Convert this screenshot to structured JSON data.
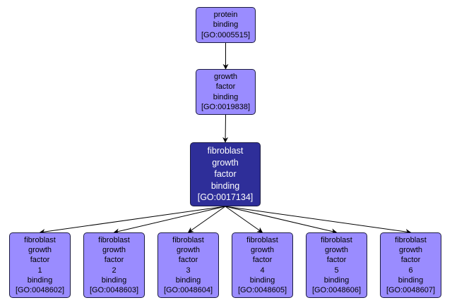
{
  "diagram": {
    "type": "GO term hierarchy",
    "colors": {
      "node_fill": "#9a8cff",
      "focus_fill": "#2e2e99",
      "focus_text": "#ffffff",
      "edge": "#000000"
    },
    "nodes": [
      {
        "id": "GO:0005515",
        "lines": [
          "protein",
          "binding",
          "[GO:0005515]"
        ],
        "focus": false
      },
      {
        "id": "GO:0019838",
        "lines": [
          "growth",
          "factor",
          "binding",
          "[GO:0019838]"
        ],
        "focus": false
      },
      {
        "id": "GO:0017134",
        "lines": [
          "fibroblast",
          "growth",
          "factor",
          "binding",
          "[GO:0017134]"
        ],
        "focus": true
      },
      {
        "id": "GO:0048602",
        "lines": [
          "fibroblast",
          "growth",
          "factor",
          "1",
          "binding",
          "[GO:0048602]"
        ],
        "focus": false
      },
      {
        "id": "GO:0048603",
        "lines": [
          "fibroblast",
          "growth",
          "factor",
          "2",
          "binding",
          "[GO:0048603]"
        ],
        "focus": false
      },
      {
        "id": "GO:0048604",
        "lines": [
          "fibroblast",
          "growth",
          "factor",
          "3",
          "binding",
          "[GO:0048604]"
        ],
        "focus": false
      },
      {
        "id": "GO:0048605",
        "lines": [
          "fibroblast",
          "growth",
          "factor",
          "4",
          "binding",
          "[GO:0048605]"
        ],
        "focus": false
      },
      {
        "id": "GO:0048606",
        "lines": [
          "fibroblast",
          "growth",
          "factor",
          "5",
          "binding",
          "[GO:0048606]"
        ],
        "focus": false
      },
      {
        "id": "GO:0048607",
        "lines": [
          "fibroblast",
          "growth",
          "factor",
          "6",
          "binding",
          "[GO:0048607]"
        ],
        "focus": false
      }
    ],
    "edges": [
      {
        "from": "GO:0005515",
        "to": "GO:0019838"
      },
      {
        "from": "GO:0019838",
        "to": "GO:0017134"
      },
      {
        "from": "GO:0017134",
        "to": "GO:0048602"
      },
      {
        "from": "GO:0017134",
        "to": "GO:0048603"
      },
      {
        "from": "GO:0017134",
        "to": "GO:0048604"
      },
      {
        "from": "GO:0017134",
        "to": "GO:0048605"
      },
      {
        "from": "GO:0017134",
        "to": "GO:0048606"
      },
      {
        "from": "GO:0017134",
        "to": "GO:0048607"
      }
    ]
  }
}
